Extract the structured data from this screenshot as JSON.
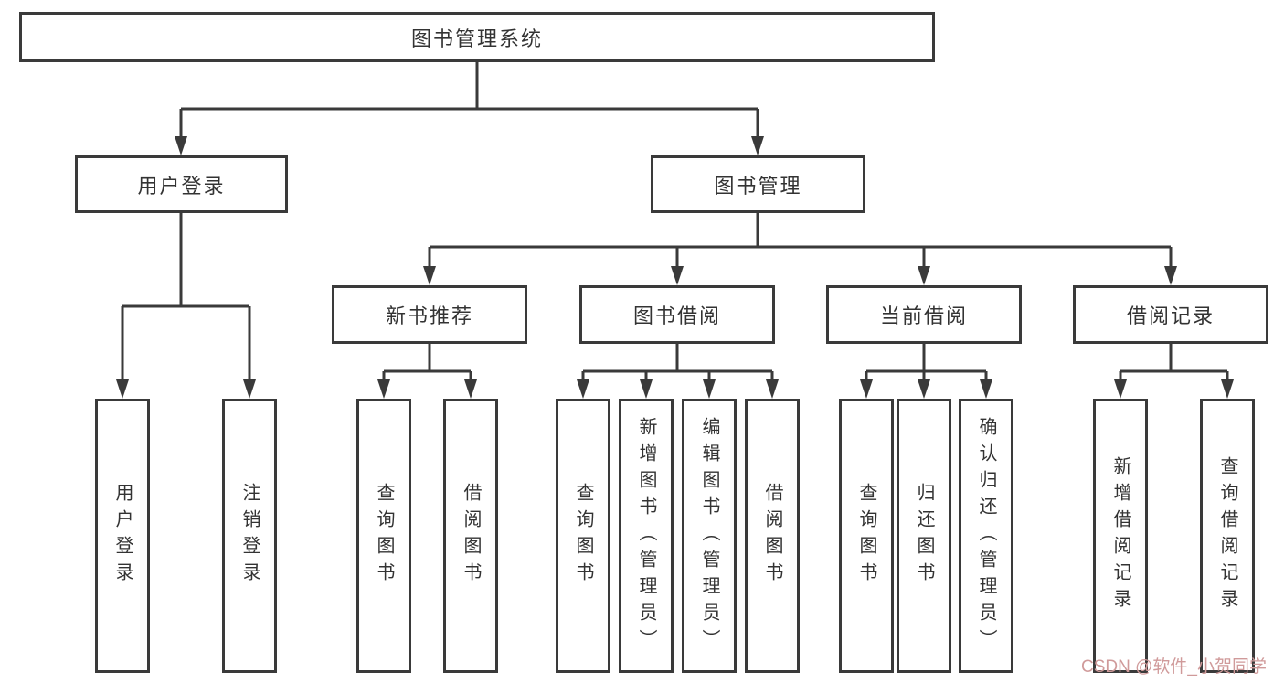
{
  "diagram": {
    "type": "hierarchy-tree",
    "colors": {
      "line": "#3a3a3a",
      "box_border": "#3a3a3a",
      "text": "#333333",
      "background": "#ffffff",
      "watermark": "#d09a9a"
    },
    "tree": {
      "label": "图书管理系统",
      "children": [
        {
          "label": "用户登录",
          "children": [
            {
              "label": "用户登录"
            },
            {
              "label": "注销登录"
            }
          ]
        },
        {
          "label": "图书管理",
          "children": [
            {
              "label": "新书推荐",
              "children": [
                {
                  "label": "查询图书"
                },
                {
                  "label": "借阅图书"
                }
              ]
            },
            {
              "label": "图书借阅",
              "children": [
                {
                  "label": "查询图书"
                },
                {
                  "label": "新增图书（管理员）"
                },
                {
                  "label": "编辑图书（管理员）"
                },
                {
                  "label": "借阅图书"
                }
              ]
            },
            {
              "label": "当前借阅",
              "children": [
                {
                  "label": "查询图书"
                },
                {
                  "label": "归还图书"
                },
                {
                  "label": "确认归还（管理员）"
                }
              ]
            },
            {
              "label": "借阅记录",
              "children": [
                {
                  "label": "新增借阅记录"
                },
                {
                  "label": "查询借阅记录"
                }
              ]
            }
          ]
        }
      ]
    },
    "watermark": {
      "text": "CSDN @软件_小贺同学"
    }
  }
}
